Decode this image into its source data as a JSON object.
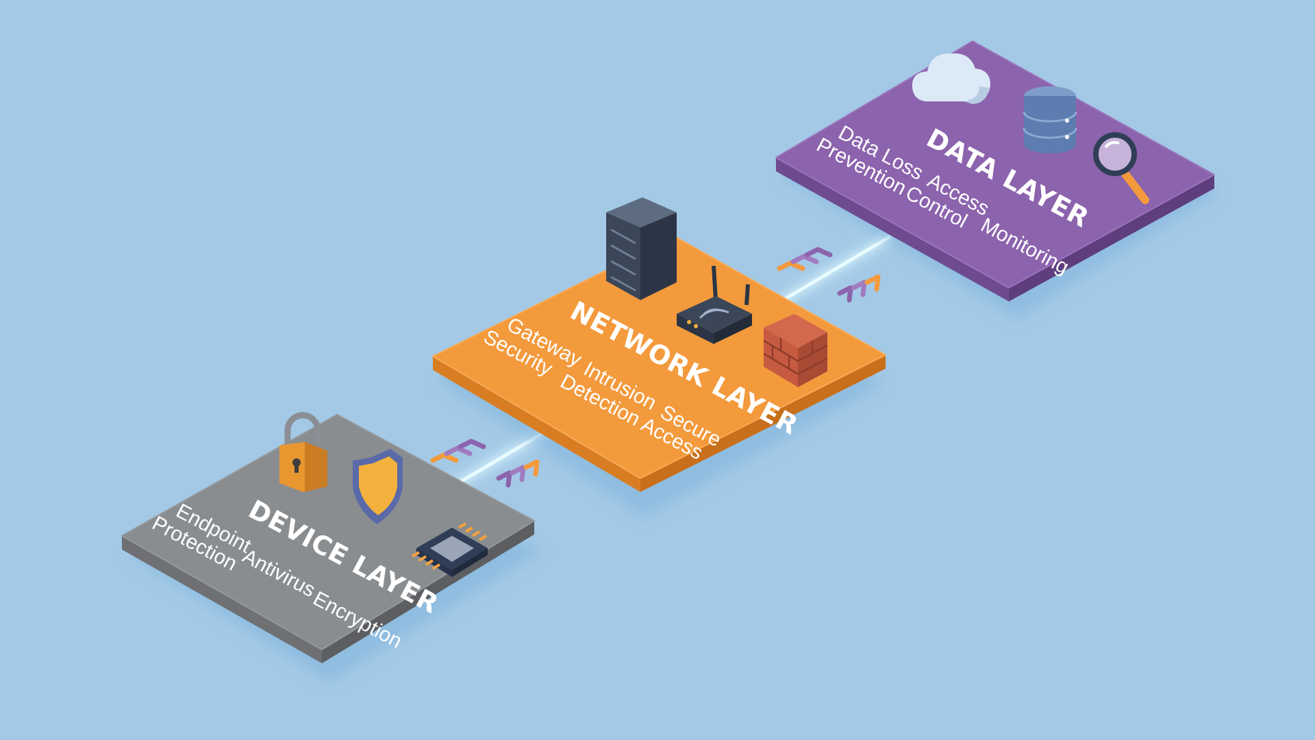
{
  "layers": {
    "device": {
      "title": "DEVICE LAYER",
      "features": [
        [
          "Endpoint",
          "Protection"
        ],
        [
          "Antivirus"
        ],
        [
          "Encryption"
        ]
      ],
      "icons": [
        "padlock-icon",
        "shield-icon",
        "microchip-icon"
      ],
      "color": "#8a8d90"
    },
    "network": {
      "title": "NETWORK LAYER",
      "features": [
        [
          "Gateway",
          "Security"
        ],
        [
          "Intrusion",
          "Detection"
        ],
        [
          "Secure",
          "Access"
        ]
      ],
      "icons": [
        "server-rack-icon",
        "wifi-router-icon",
        "firewall-icon"
      ],
      "color": "#f39a3d"
    },
    "data": {
      "title": "DATA LAYER",
      "features": [
        [
          "Data Loss",
          "Prevention"
        ],
        [
          "Access",
          "Control"
        ],
        [
          "Monitoring"
        ]
      ],
      "icons": [
        "cloud-icon",
        "database-icon",
        "magnifier-icon"
      ],
      "color": "#8c63ad"
    }
  },
  "colors": {
    "background": "#a3c9e6",
    "connector_glow": "#c9f2ff",
    "arrow_orange": "#f39a3d",
    "arrow_purple": "#8c63ad"
  }
}
